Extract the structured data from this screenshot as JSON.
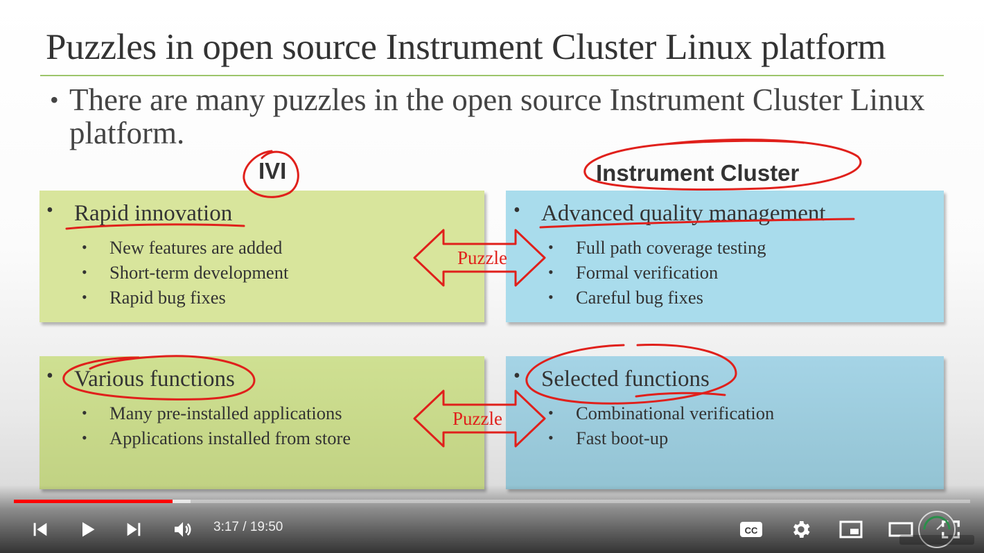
{
  "slide": {
    "title": "Puzzles in open source Instrument Cluster Linux platform",
    "intro_bullet": "•",
    "intro": "There are many puzzles in the open source Instrument Cluster Linux platform.",
    "ivi_label": "IVI",
    "ic_label": "Instrument Cluster",
    "bullet": "•",
    "top_left": {
      "heading": "Rapid innovation",
      "items": [
        "New features are added",
        "Short-term development",
        "Rapid bug fixes"
      ]
    },
    "top_right": {
      "heading": "Advanced quality management",
      "items": [
        "Full path coverage testing",
        "Formal verification",
        "Careful bug fixes"
      ]
    },
    "bottom_left": {
      "heading": "Various functions",
      "items": [
        "Many pre-installed applications",
        "Applications installed from store"
      ]
    },
    "bottom_right": {
      "heading": "Selected functions",
      "items": [
        "Combinational verification",
        "Fast boot-up"
      ]
    },
    "puzzle_top": "Puzzle",
    "puzzle_bottom": "Puzzle",
    "annotation_color": "#e0201b"
  },
  "player": {
    "current_time": "3:17",
    "duration": "19:50",
    "time_display": "3:17 / 19:50",
    "progress_fraction": 0.166,
    "buffered_fraction": 0.185,
    "icons": [
      "previous-icon",
      "play-icon",
      "next-icon",
      "volume-icon",
      "captions-icon",
      "settings-icon",
      "miniplayer-icon",
      "theater-icon",
      "fullscreen-icon"
    ],
    "progress_color": "#ff0000"
  }
}
